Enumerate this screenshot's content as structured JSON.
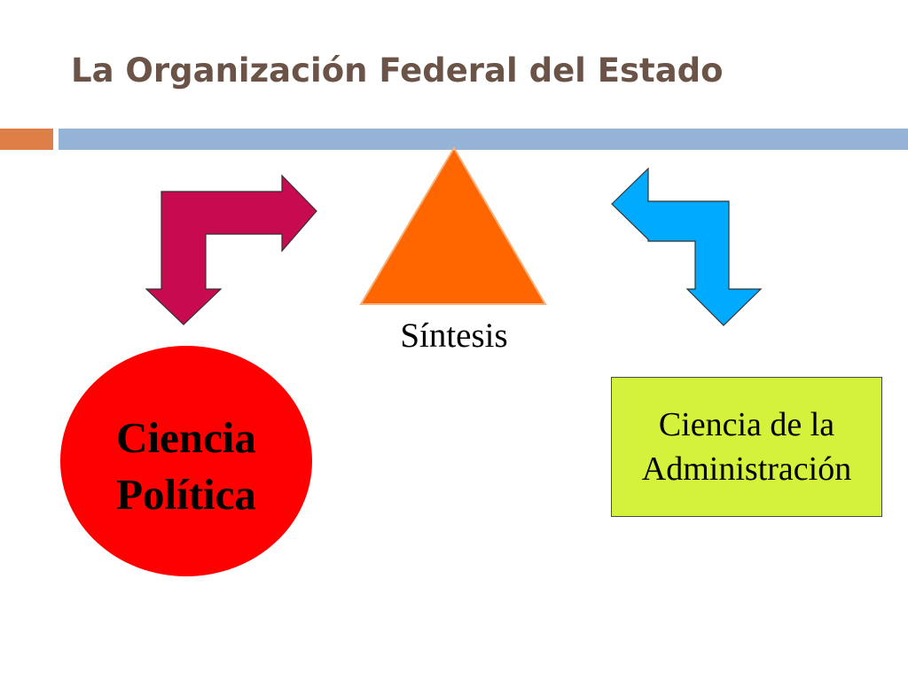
{
  "slide": {
    "title": "La Organización Federal del Estado"
  },
  "diagram": {
    "triangle_label": "Síntesis",
    "circle_line1": "Ciencia",
    "circle_line2": "Política",
    "box_line1": "Ciencia de la",
    "box_line2": "Administración"
  },
  "colors": {
    "title": "#6b5447",
    "bar_orange": "#dd7f47",
    "bar_blue": "#95b3d7",
    "arrow_left": "#c80a50",
    "triangle": "#ff6600",
    "arrow_right": "#00aaff",
    "circle": "#ff0000",
    "box": "#d4f23c"
  },
  "icons": {
    "left_arrow": "bent-arrow-right-down-icon",
    "right_arrow": "bent-arrow-left-down-icon"
  }
}
